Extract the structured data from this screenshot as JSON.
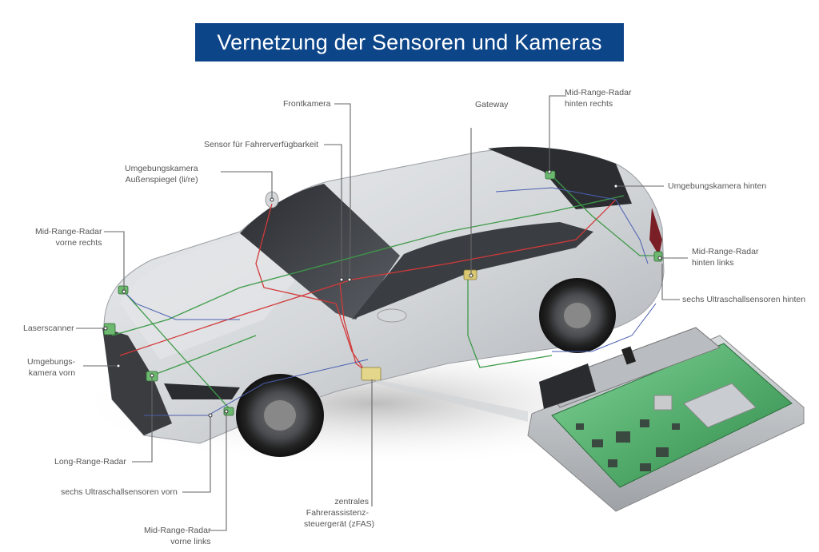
{
  "title": "Vernetzung der Sensoren und Kameras",
  "colors": {
    "title_bg": "#0d4589",
    "title_text": "#ffffff",
    "wire_red": "#d23a3a",
    "wire_green": "#3e9a48",
    "wire_blue": "#4a5fb0",
    "board_green": "#4fbf6f",
    "label_text": "#555555"
  },
  "labels": {
    "frontkamera": "Frontkamera",
    "fahrerverfuegbarkeit": "Sensor für Fahrerverfügbarkeit",
    "umgebungskamera_spiegel": [
      "Umgebungskamera",
      "Außenspiegel (li/re)"
    ],
    "mid_range_radar_vorne_rechts": [
      "Mid-Range-Radar",
      "vorne rechts"
    ],
    "laserscanner": "Laserscanner",
    "umgebungskamera_vorn": [
      "Umgebungs-",
      "kamera vorn"
    ],
    "long_range_radar": "Long-Range-Radar",
    "ultraschall_vorn": "sechs Ultraschallsensoren vorn",
    "mid_range_radar_vorne_links": [
      "Mid-Range-Radar",
      "vorne links"
    ],
    "zfas": [
      "zentrales",
      "Fahrerassistenz-",
      "steuergerät (zFAS)"
    ],
    "gateway": "Gateway",
    "mid_range_radar_hinten_rechts": [
      "Mid-Range-Radar",
      "hinten rechts"
    ],
    "umgebungskamera_hinten": "Umgebungskamera hinten",
    "mid_range_radar_hinten_links": [
      "Mid-Range-Radar",
      "hinten links"
    ],
    "ultraschall_hinten": "sechs Ultraschallsensoren hinten"
  },
  "images": {
    "car": "car-illustration",
    "control_unit": "zfas-control-unit"
  }
}
